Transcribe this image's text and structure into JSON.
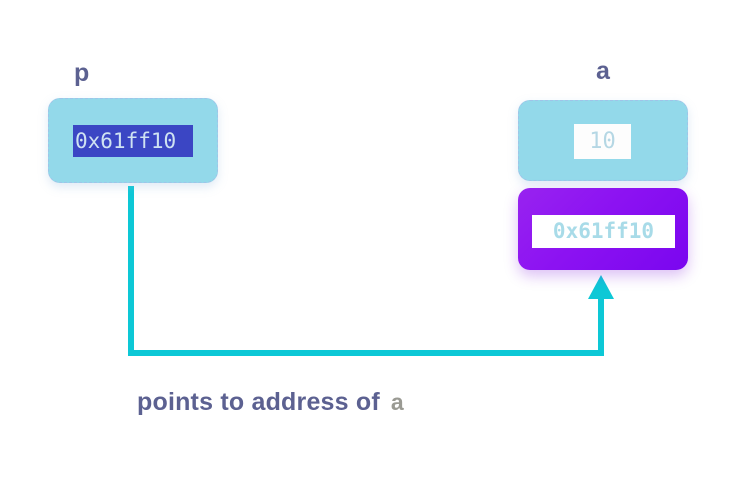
{
  "diagram": {
    "title_hidden": "",
    "background_color": "#ffffff",
    "accent_colors": {
      "cell_fill": "#93d9ea",
      "pointer_highlight": "#3b46c4",
      "address_box": "#8c12f2",
      "connector": "#0dc8d6",
      "label_text": "#5c6191",
      "mono_value_text": "#a8dbe8"
    },
    "pointer": {
      "label": "p",
      "value": "0x61ff10"
    },
    "variable": {
      "label": "a",
      "value": "10",
      "address": "0x61ff10"
    },
    "caption": {
      "text": "points to address of",
      "variable": "a"
    },
    "connector": {
      "name": "points-to-arrow",
      "from": "p",
      "to": "a-address-box",
      "style": "elbow-arrow",
      "color": "#0dc8d6"
    }
  }
}
